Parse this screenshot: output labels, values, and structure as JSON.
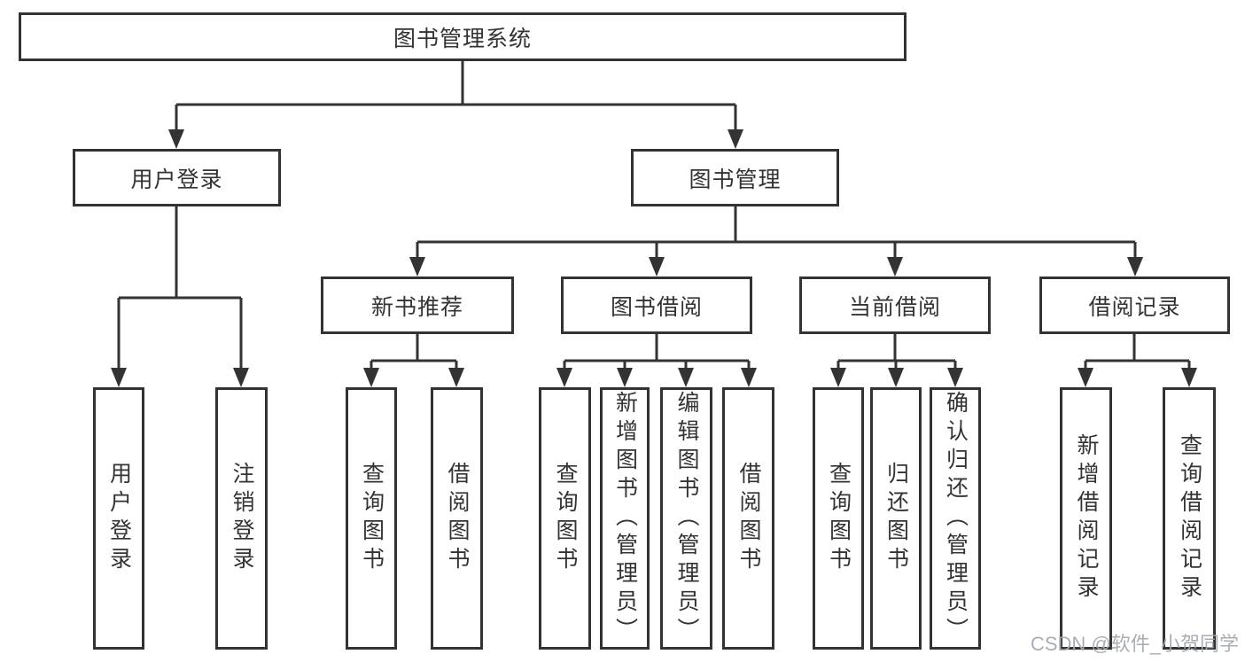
{
  "diagram": {
    "title": "图书管理系统",
    "type": "hierarchy-tree"
  },
  "nodes": {
    "root": "图书管理系统",
    "user_login": "用户登录",
    "book_mgmt": "图书管理",
    "new_book_rec": "新书推荐",
    "book_borrow": "图书借阅",
    "current_borrow": "当前借阅",
    "borrow_records": "借阅记录",
    "leaf_user_login": "用户登录",
    "leaf_logout": "注销登录",
    "rec_query_books": "查询图书",
    "rec_borrow_books": "借阅图书",
    "bw_query_books": "查询图书",
    "bw_add_books": "新增图书（管理员）",
    "bw_edit_books": "编辑图书（管理员）",
    "bw_borrow_books": "借阅图书",
    "cur_query_books": "查询图书",
    "cur_return_books": "归还图书",
    "cur_confirm_return": "确认归还（管理员）",
    "log_add_record": "新增借阅记录",
    "log_query_record": "查询借阅记录"
  },
  "watermark": "CSDN @软件_小贺同学",
  "colors": {
    "line": "#333333",
    "box_border": "#333333",
    "text": "#333333",
    "background": "#ffffff",
    "watermark": "#a4a9b2"
  }
}
